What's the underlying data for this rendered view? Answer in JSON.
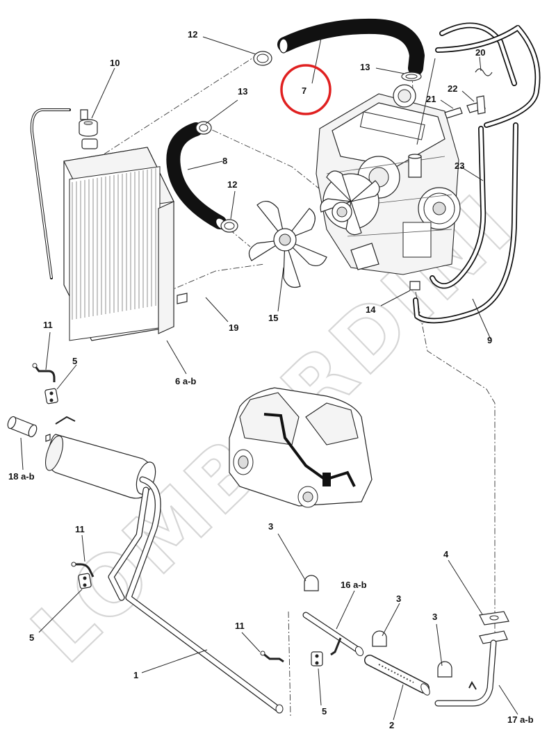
{
  "watermark": "LOMBARDINI",
  "highlight": {
    "target_label": "7",
    "color": "#e02020"
  },
  "callouts": {
    "c1": "1",
    "c2": "2",
    "c3a": "3",
    "c3b": "3",
    "c3c": "3",
    "c4": "4",
    "c5a": "5",
    "c5b": "5",
    "c5c": "5",
    "c6": "6 a-b",
    "c7": "7",
    "c8": "8",
    "c9": "9",
    "c10": "10",
    "c11a": "11",
    "c11b": "11",
    "c11c": "11",
    "c12a": "12",
    "c12b": "12",
    "c13a": "13",
    "c13b": "13",
    "c14": "14",
    "c15": "15",
    "c16": "16 a-b",
    "c17": "17 a-b",
    "c18": "18 a-b",
    "c19": "19",
    "c20": "20",
    "c21": "21",
    "c22": "22",
    "c23": "23"
  }
}
